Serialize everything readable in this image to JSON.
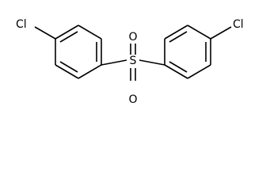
{
  "molecule": {
    "atoms": {
      "cl_left": "Cl",
      "cl_right": "Cl",
      "sulfur": "S",
      "oxygen_top": "O",
      "oxygen_bottom": "O"
    }
  }
}
